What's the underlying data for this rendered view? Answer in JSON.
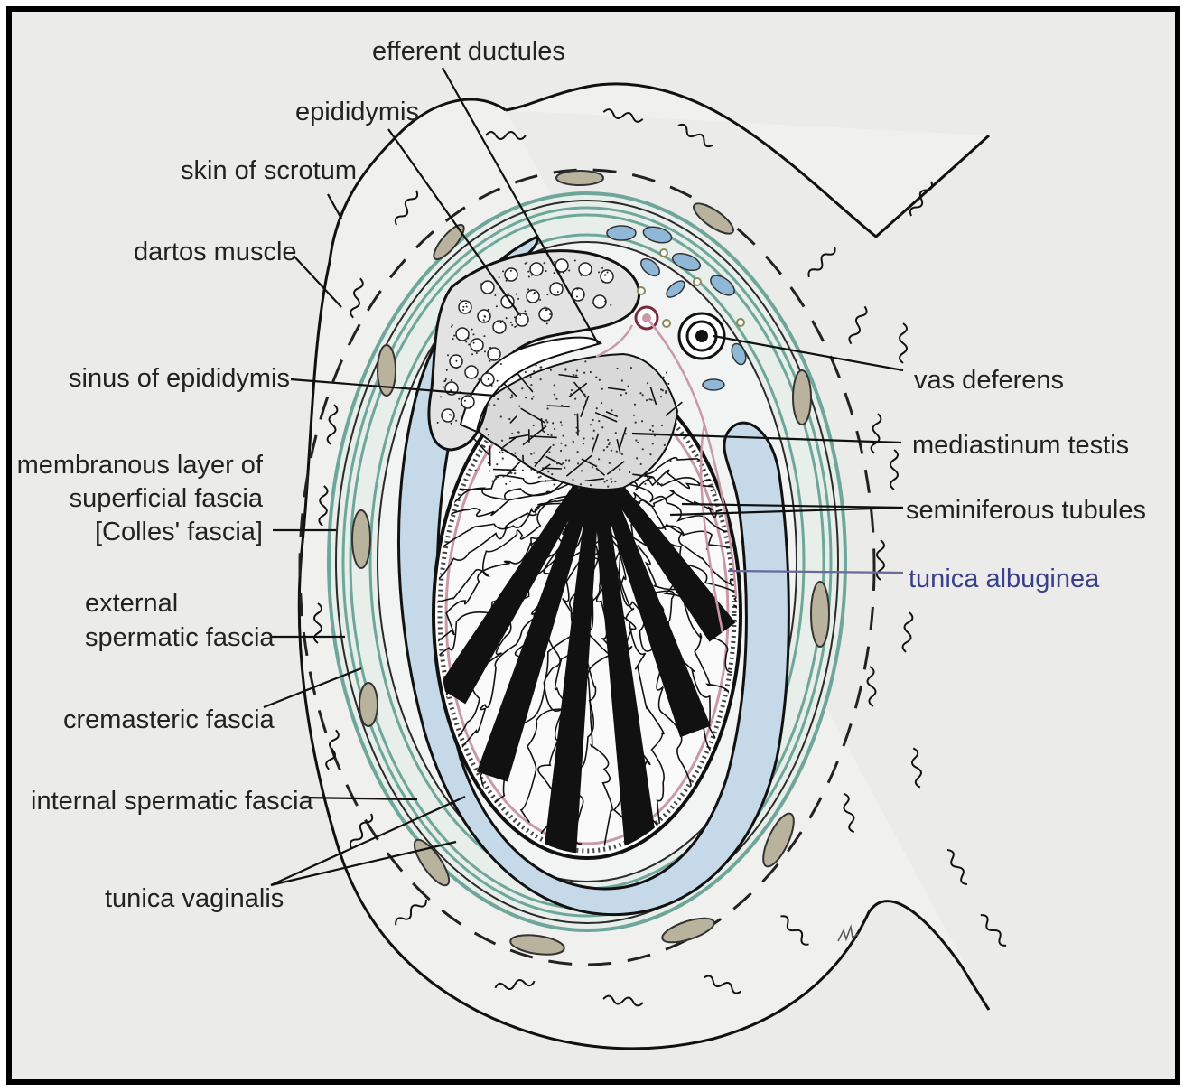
{
  "labels": {
    "efferent_ductules": "efferent ductules",
    "epididymis": "epididymis",
    "skin_of_scrotum": "skin of scrotum",
    "dartos_muscle": "dartos muscle",
    "sinus_of_epididymis": "sinus of epididymis",
    "membranous_layer": [
      "membranous layer of",
      "superficial fascia",
      "[Colles' fascia]"
    ],
    "external_spermatic_fascia": [
      "external",
      "spermatic fascia"
    ],
    "cremasteric_fascia": "cremasteric fascia",
    "internal_spermatic_fascia": "internal spermatic fascia",
    "tunica_vaginalis": "tunica vaginalis",
    "vas_deferens": "vas deferens",
    "mediastinum_testis": "mediastinum testis",
    "seminiferous_tubules": "seminiferous tubules",
    "tunica_albuginea": "tunica albuginea"
  },
  "colors": {
    "background": "#ebebea",
    "frame": "#000000",
    "outline": "#111111",
    "fascia_green": "#6fa69a",
    "vaginalis_blue": "#c5d9e8",
    "vessel_blue": "#8fb8d8",
    "muscle_tan": "#b9b29c",
    "vessel_pink": "#c99aa6",
    "tunica_label": "#3a3f8a"
  }
}
